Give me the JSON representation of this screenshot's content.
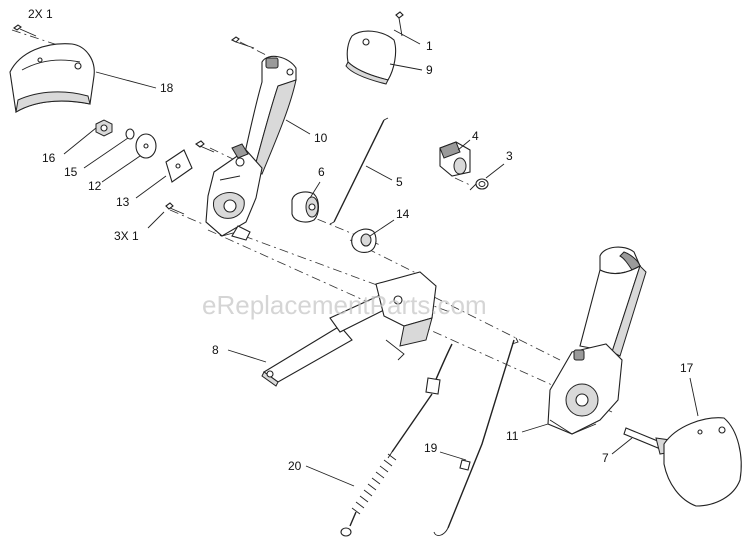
{
  "watermark": "eReplacementParts.com",
  "callouts": {
    "c_2x1": "2X 1",
    "c_1": "1",
    "c_9": "9",
    "c_18": "18",
    "c_10": "10",
    "c_16": "16",
    "c_15": "15",
    "c_12": "12",
    "c_13": "13",
    "c_3x1": "3X 1",
    "c_4": "4",
    "c_3": "3",
    "c_5": "5",
    "c_6": "6",
    "c_14": "14",
    "c_8": "8",
    "c_17": "17",
    "c_20": "20",
    "c_19": "19",
    "c_11": "11",
    "c_7": "7"
  }
}
